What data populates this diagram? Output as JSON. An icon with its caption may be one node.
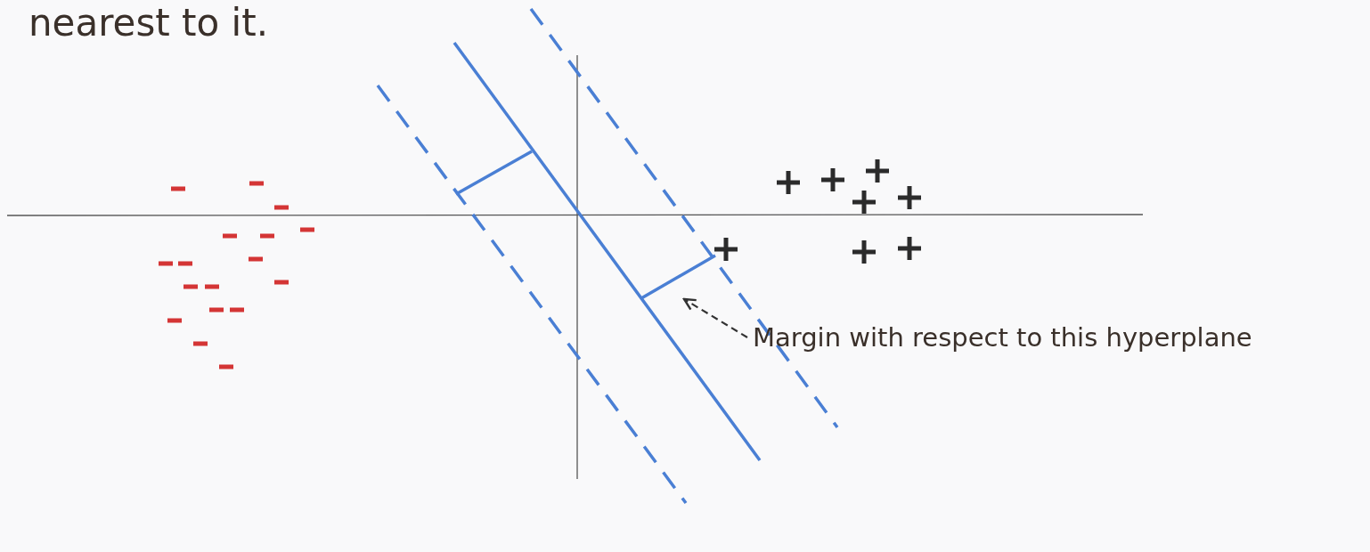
{
  "diagram": {
    "nodes": [
      {
        "text": [
          "Margin with respect to this hyperplane"
        ]
      },
      {
        "text": [],
        "shape": "line"
      }
    ],
    "edges": [
      {
        "from": 0,
        "to": 1,
        "arrow": "to",
        "style": "dashed"
      }
    ],
    "labels": [
      "nearest to it."
    ]
  }
}
